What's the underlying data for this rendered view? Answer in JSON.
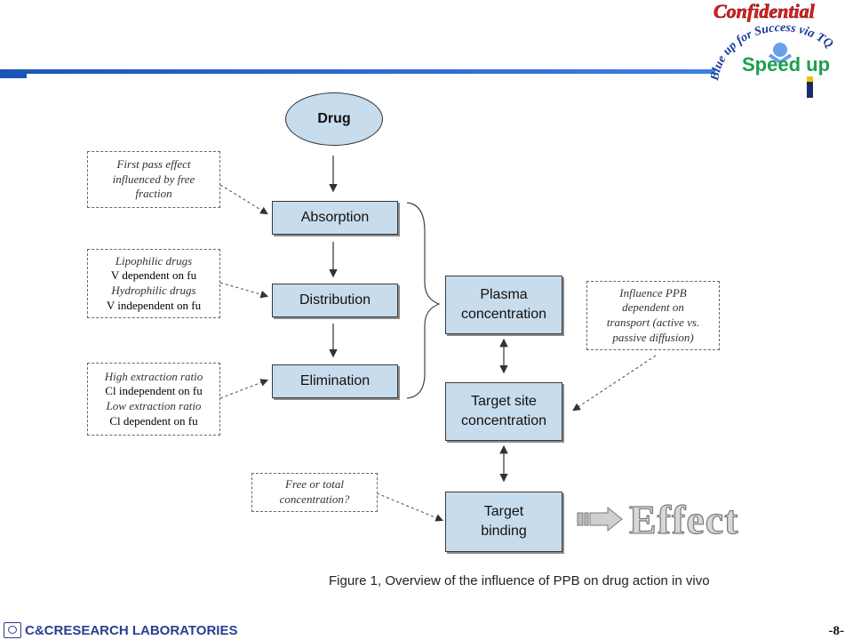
{
  "header": {
    "confidential": "Confidential",
    "badge_arc": "Blue up for Success via TQ",
    "badge_center": "Speed up"
  },
  "diagram": {
    "drug": "Drug",
    "absorption": "Absorption",
    "distribution": "Distribution",
    "elimination": "Elimination",
    "plasma_line1": "Plasma",
    "plasma_line2": "concentration",
    "target_site_line1": "Target site",
    "target_site_line2": "concentration",
    "target_binding_line1": "Target",
    "target_binding_line2": "binding",
    "effect": "Effect",
    "note_first_pass": [
      "First pass effect",
      "influenced by free",
      "fraction"
    ],
    "note_distribution": [
      "Lipophilic drugs",
      "V dependent on fu",
      "Hydrophilic drugs",
      "V independent on fu"
    ],
    "note_elimination": [
      "High extraction ratio",
      "Cl independent on fu",
      "Low extraction ratio",
      "Cl dependent on fu"
    ],
    "note_ppb": [
      "Influence PPB",
      "dependent on",
      "transport (active vs.",
      "passive diffusion)"
    ],
    "note_free": [
      "Free or total",
      "concentration?"
    ]
  },
  "caption": "Figure 1, Overview of the influence of PPB on drug action in vivo",
  "footer": {
    "company": "C&CRESEARCH LABORATORIES",
    "page": "-8-"
  },
  "colors": {
    "box_fill": "#c7dced",
    "topbar": "#1a55b8",
    "confidential": "#e02020",
    "footer_text": "#2a3f8f"
  }
}
